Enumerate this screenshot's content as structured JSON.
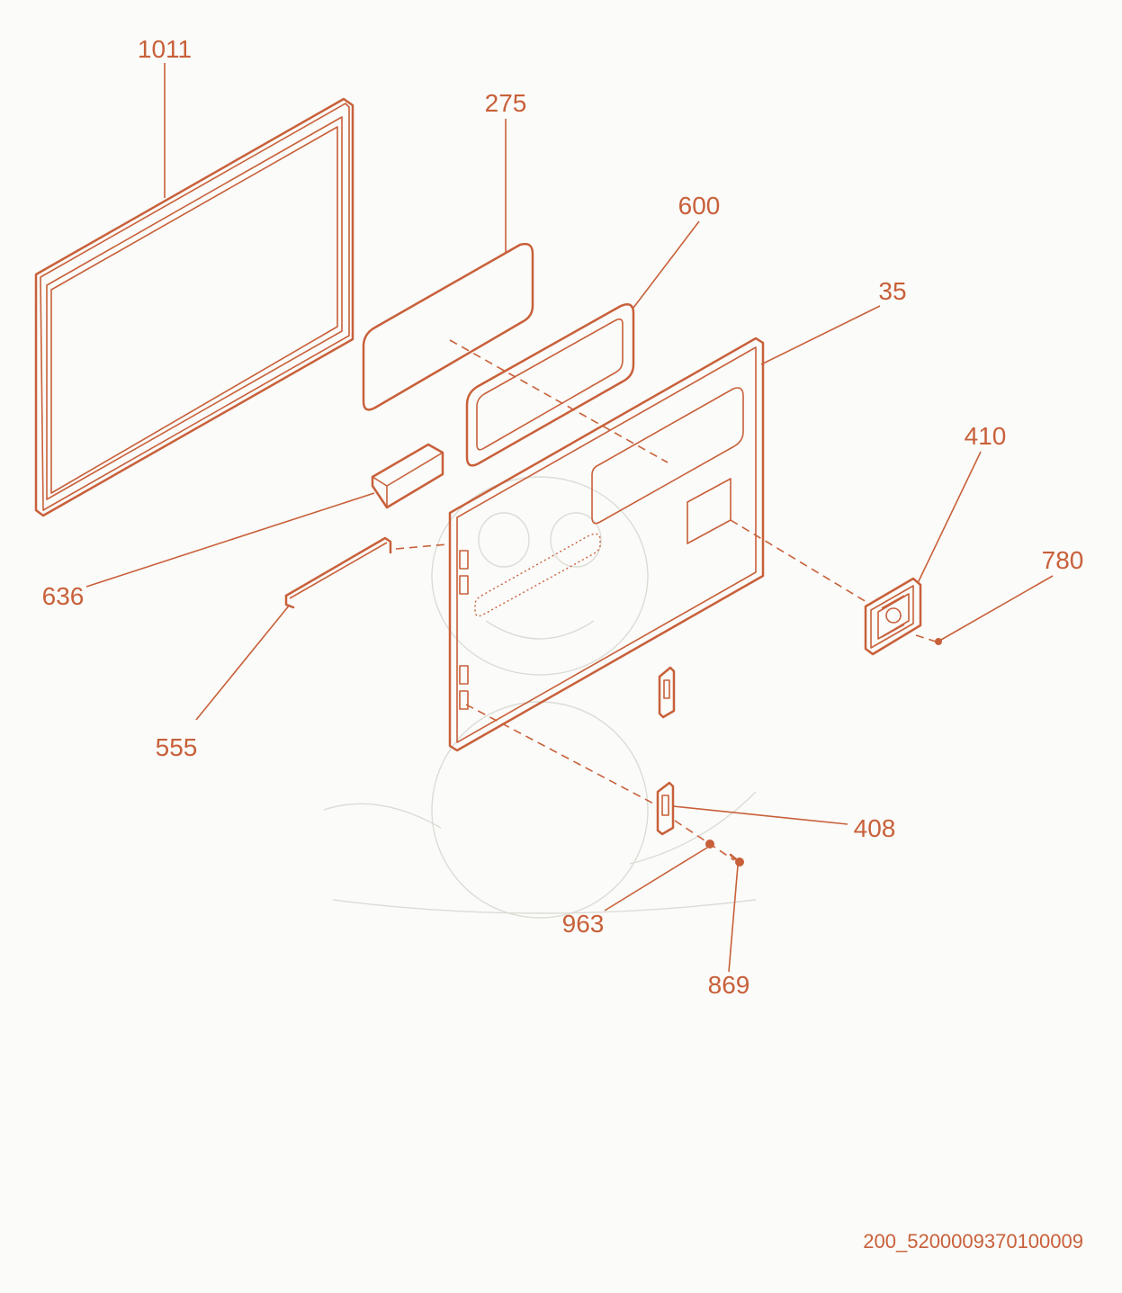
{
  "diagram": {
    "accent_color": "#c8603a",
    "background_color": "#fbfbf9",
    "part_labels": {
      "p1011": "1011",
      "p275": "275",
      "p600": "600",
      "p35": "35",
      "p410": "410",
      "p780": "780",
      "p636": "636",
      "p555": "555",
      "p408": "408",
      "p963": "963",
      "p869": "869"
    },
    "drawing_code": "200_5200009370100009"
  }
}
